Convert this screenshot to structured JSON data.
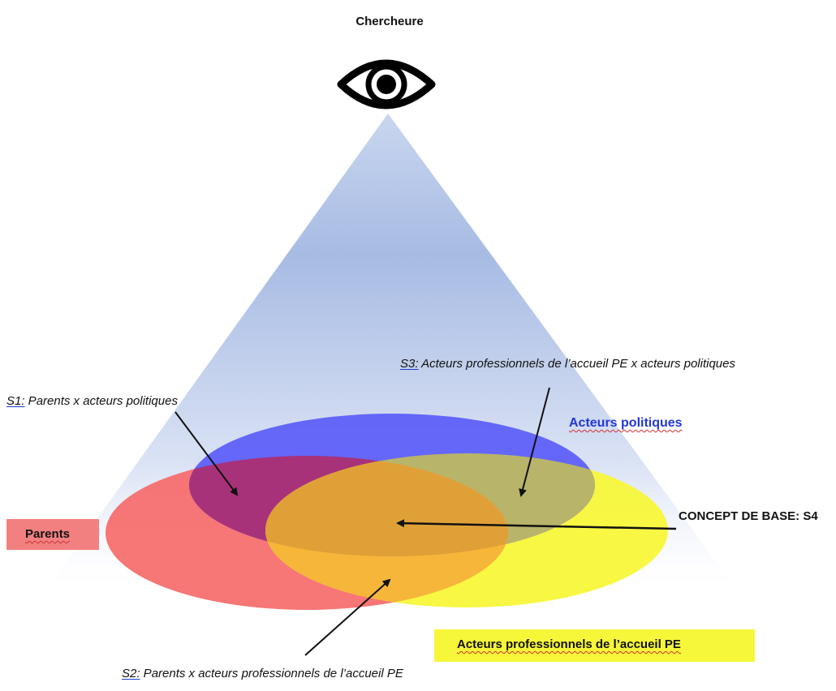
{
  "diagram": {
    "title": "Chercheure",
    "labels": {
      "s1_code": "S1:",
      "s1_text": " Parents x acteurs politiques",
      "s2_code": "S2:",
      "s2_text": " Parents x acteurs professionnels de l’accueil PE",
      "s3_code": "S3:",
      "s3_text": " Acteurs professionnels de l’accueil PE x acteurs politiques",
      "acteurs_politiques": "Acteurs politiques",
      "concept_de_base": "CONCEPT DE BASE: S4",
      "parents": "Parents",
      "acteurs_professionnels": "Acteurs professionnels de l’accueil PE"
    },
    "sets": [
      {
        "name": "Acteurs politiques",
        "color": "#5a5cf8"
      },
      {
        "name": "Parents",
        "color": "#f66a6a"
      },
      {
        "name": "Acteurs professionnels de l’accueil PE",
        "color": "#f7f73a"
      }
    ],
    "colors": {
      "cone_top": "#9fb4df",
      "cone_bottom": "#ffffff",
      "center_overlap": "#e8a238",
      "red_blue_overlap": "#a8327a",
      "blue_yellow_overlap": "#b8b46a",
      "arrow": "#111111"
    },
    "icons": {
      "observer": "eye-icon"
    }
  }
}
